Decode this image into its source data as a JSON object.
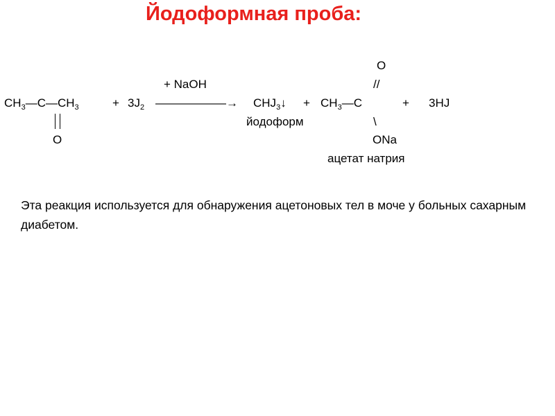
{
  "slide": {
    "title": "Йодоформная проба:",
    "equation": {
      "reagent_above_arrow": "+ NaOH",
      "reactant_ch3_left": "CH",
      "reactant_sub_left": "3",
      "reactant_bond_c": "—C—",
      "reactant_ch3_right": "CH",
      "reactant_sub_right": "3",
      "plus_1": "+",
      "iodine_coef": "3J",
      "iodine_sub": "2",
      "arrow": "——————→",
      "product1_chj": "CHJ",
      "product1_sub": "3",
      "product1_down": "↓",
      "plus_2": "+",
      "product2_ch": "CH",
      "product2_sub": "3",
      "product2_bond_c": "—C",
      "plus_3": "+",
      "product3": "3HJ",
      "carbonyl_o": "O",
      "acetate_top_o": "O",
      "acetate_double_bond": "//",
      "acetate_single_bond": "\\",
      "acetate_ona": "ONa",
      "label_iodoform": "йодоформ",
      "label_sodium_acetate": "ацетат натрия"
    },
    "note": "Эта реакция используется для обнаружения ацетоновых тел в моче у больных сахарным диабетом."
  }
}
